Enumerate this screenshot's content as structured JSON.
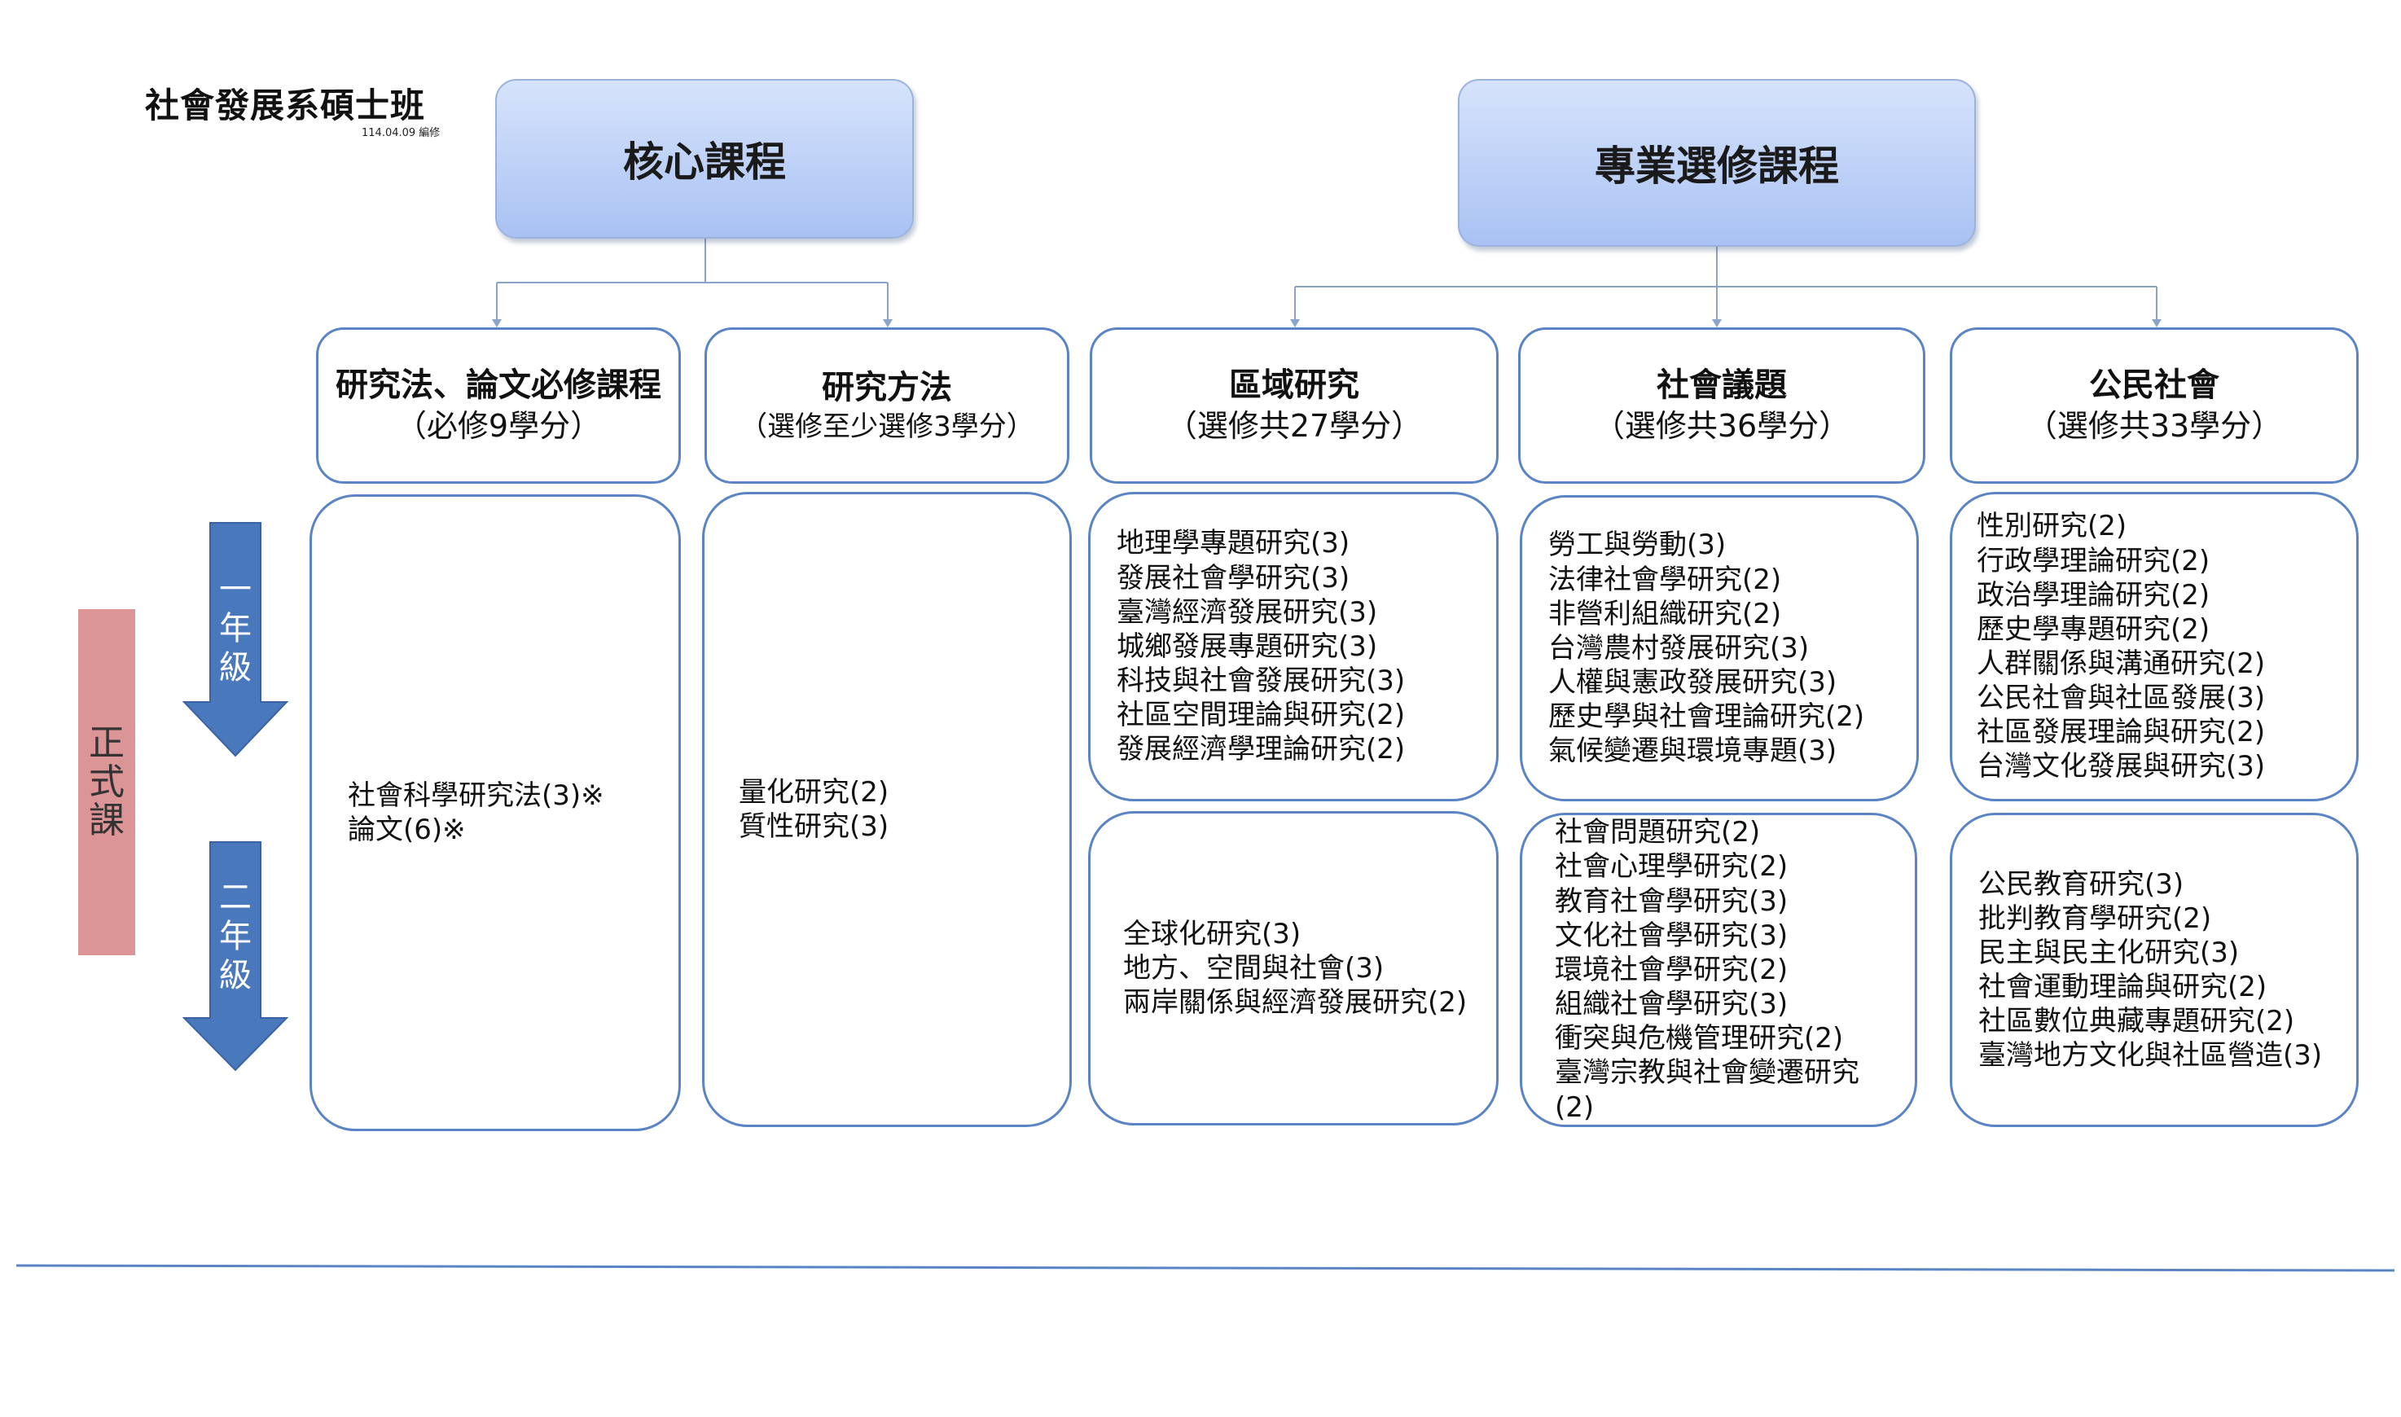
{
  "header": {
    "title": "社會發展系碩士班",
    "date": "114.04.09 編修"
  },
  "top_boxes": {
    "core": "核心課程",
    "elective": "專業選修課程"
  },
  "side": {
    "formal": "正式課",
    "year1": "一年級",
    "year2": "二年級"
  },
  "categories": [
    {
      "title": "研究法、論文必修課程",
      "sub": "（必修9學分）"
    },
    {
      "title": "研究方法",
      "sub": "（選修至少選修3學分）"
    },
    {
      "title": "區域研究",
      "sub": "（選修共27學分）"
    },
    {
      "title": "社會議題",
      "sub": "（選修共36學分）"
    },
    {
      "title": "公民社會",
      "sub": "（選修共33學分）"
    }
  ],
  "courses": {
    "required": [
      "社會科學研究法(3)※",
      "論文(6)※"
    ],
    "methods": [
      "量化研究(2)",
      "質性研究(3)"
    ],
    "regional_y1": [
      "地理學專題研究(3)",
      "發展社會學研究(3)",
      "臺灣經濟發展研究(3)",
      "城鄉發展專題研究(3)",
      "科技與社會發展研究(3)",
      "社區空間理論與研究(2)",
      "發展經濟學理論研究(2)"
    ],
    "regional_y2": [
      "全球化研究(3)",
      "地方、空間與社會(3)",
      "兩岸關係與經濟發展研究(2)"
    ],
    "social_y1": [
      "勞工與勞動(3)",
      "法律社會學研究(2)",
      "非營利組織研究(2)",
      "台灣農村發展研究(3)",
      "人權與憲政發展研究(3)",
      "歷史學與社會理論研究(2)",
      "氣候變遷與環境專題(3)"
    ],
    "social_y2": [
      "社會問題研究(2)",
      "社會心理學研究(2)",
      "教育社會學研究(3)",
      "文化社會學研究(3)",
      "環境社會學研究(2)",
      "組織社會學研究(3)",
      "衝突與危機管理研究(2)",
      "臺灣宗教與社會變遷研究(2)"
    ],
    "civil_y1": [
      "性別研究(2)",
      "行政學理論研究(2)",
      "政治學理論研究(2)",
      "歷史學專題研究(2)",
      "人群關係與溝通研究(2)",
      "公民社會與社區發展(3)",
      "社區發展理論與研究(2)",
      "台灣文化發展與研究(3)"
    ],
    "civil_y2": [
      "公民教育研究(3)",
      "批判教育學研究(2)",
      "民主與民主化研究(3)",
      "社會運動理論與研究(2)",
      "社區數位典藏專題研究(2)",
      "臺灣地方文化與社區營造(3)"
    ]
  },
  "colors": {
    "box_border": "#5b84c4",
    "arrow": "#4a78bd",
    "formal_bg": "#dc9597",
    "top_fill": "#a9c2f3"
  }
}
